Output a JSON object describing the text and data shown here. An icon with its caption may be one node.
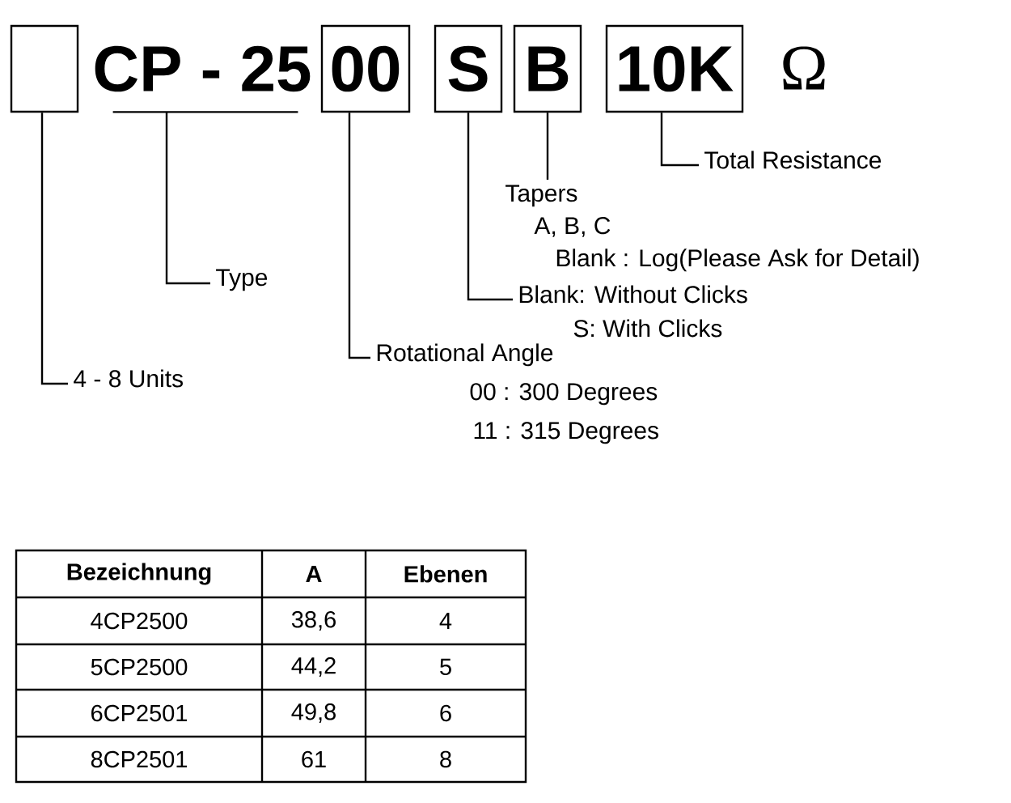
{
  "diagram": {
    "nodes": [
      {
        "text": [],
        "shape": "box"
      },
      {
        "text": [
          "CP - 25"
        ]
      },
      {
        "text": [
          "00"
        ]
      },
      {
        "text": [
          "S"
        ]
      },
      {
        "text": [
          "B"
        ]
      },
      {
        "text": [
          "10K"
        ]
      },
      {
        "text": [
          "4 - 8 Units"
        ]
      },
      {
        "text": [
          "Type"
        ]
      },
      {
        "text": [
          "Rotational Angle",
          "00 : 300 Degrees",
          "11 : 315 Degrees"
        ]
      },
      {
        "text": [
          "Blank:  Without Clicks",
          "S:  With Clicks"
        ]
      },
      {
        "text": [
          "Tapers",
          "A, B, C",
          "Blank : Log(Please Ask for Detail)"
        ]
      },
      {
        "text": [
          "Total Resistance"
        ]
      }
    ],
    "edges": [
      {
        "from": 6,
        "to": 0,
        "arrow": "none"
      },
      {
        "from": 7,
        "to": 1,
        "arrow": "none"
      },
      {
        "from": 8,
        "to": 2,
        "arrow": "none"
      },
      {
        "from": 9,
        "to": 3,
        "arrow": "none"
      },
      {
        "from": 10,
        "to": 4,
        "arrow": "none"
      },
      {
        "from": 11,
        "to": 5,
        "arrow": "none"
      }
    ],
    "labels": [
      "Ω",
      "Bezeichnung",
      "A",
      "Ebenen",
      "4CP2500",
      "38,6",
      "4",
      "5CP2500",
      "44,2",
      "5",
      "6CP2501",
      "49,8",
      "6",
      "8CP2501",
      "61",
      "8"
    ]
  }
}
